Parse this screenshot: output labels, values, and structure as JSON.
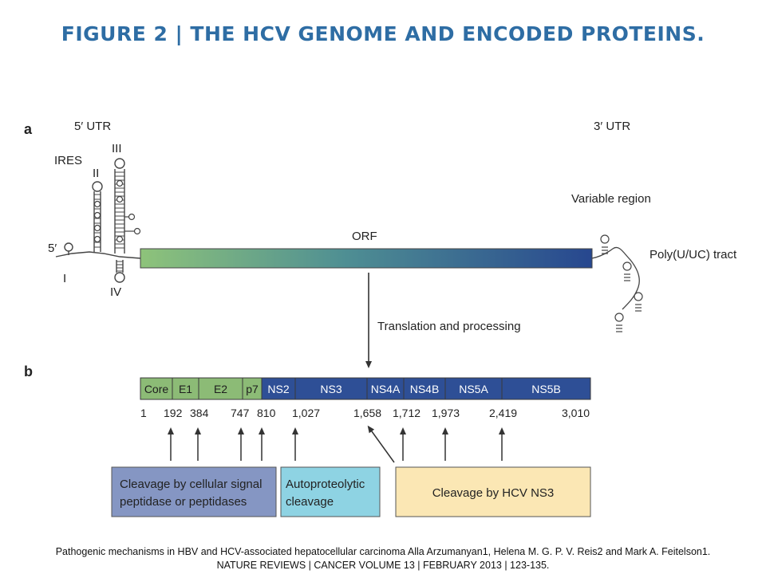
{
  "title": "FIGURE 2 | THE HCV GENOME AND ENCODED PROTEINS.",
  "panel_a": {
    "label": "a",
    "utr5": "5′ UTR",
    "utr3": "3′ UTR",
    "ires": "IRES",
    "five_prime": "5′",
    "stem_loops": [
      "I",
      "II",
      "III",
      "IV"
    ],
    "variable_region": "Variable region",
    "poly_tract": "Poly(U/UC) tract",
    "orf": "ORF",
    "translation": "Translation and processing"
  },
  "panel_b": {
    "label": "b",
    "proteins": [
      {
        "name": "Core",
        "start": 1,
        "end": 192,
        "group": "green"
      },
      {
        "name": "E1",
        "start": 192,
        "end": 384,
        "group": "green"
      },
      {
        "name": "E2",
        "start": 384,
        "end": 747,
        "group": "green"
      },
      {
        "name": "p7",
        "start": 747,
        "end": 810,
        "group": "green"
      },
      {
        "name": "NS2",
        "start": 810,
        "end": 1027,
        "group": "blue"
      },
      {
        "name": "NS3",
        "start": 1027,
        "end": 1658,
        "group": "blue"
      },
      {
        "name": "NS4A",
        "start": 1658,
        "end": 1712,
        "group": "blue"
      },
      {
        "name": "NS4B",
        "start": 1712,
        "end": 1973,
        "group": "blue"
      },
      {
        "name": "NS5A",
        "start": 1973,
        "end": 2419,
        "group": "blue"
      },
      {
        "name": "NS5B",
        "start": 2419,
        "end": 3010,
        "group": "blue"
      }
    ],
    "positions": [
      "1",
      "192",
      "384",
      "747",
      "810",
      "1,027",
      "1,658",
      "1,712",
      "1,973",
      "2,419",
      "3,010"
    ],
    "boxes": {
      "signal": "Cleavage by cellular signal peptidase or peptidases",
      "auto": "Autoproteolytic cleavage",
      "ns3": "Cleavage by HCV NS3"
    }
  },
  "caption": {
    "line1": "Pathogenic mechanisms in HBV and HCV-associated hepatocellular carcinoma Alla Arzumanyan1, Helena M. G. P. V. Reis2 and Mark A. Feitelson1.",
    "line2": "NATURE REVIEWS | CANCER VOLUME 13 | FEBRUARY 2013 | 123-135."
  },
  "colors": {
    "title": "#2e6da4",
    "green_segment": "#8cbb76",
    "blue_segment": "#2e4f96",
    "orf_start": "#8ec37a",
    "orf_end": "#27478f",
    "box_signal": "#8596c3",
    "box_auto": "#8ed3e3",
    "box_ns3": "#fbe7b4"
  }
}
